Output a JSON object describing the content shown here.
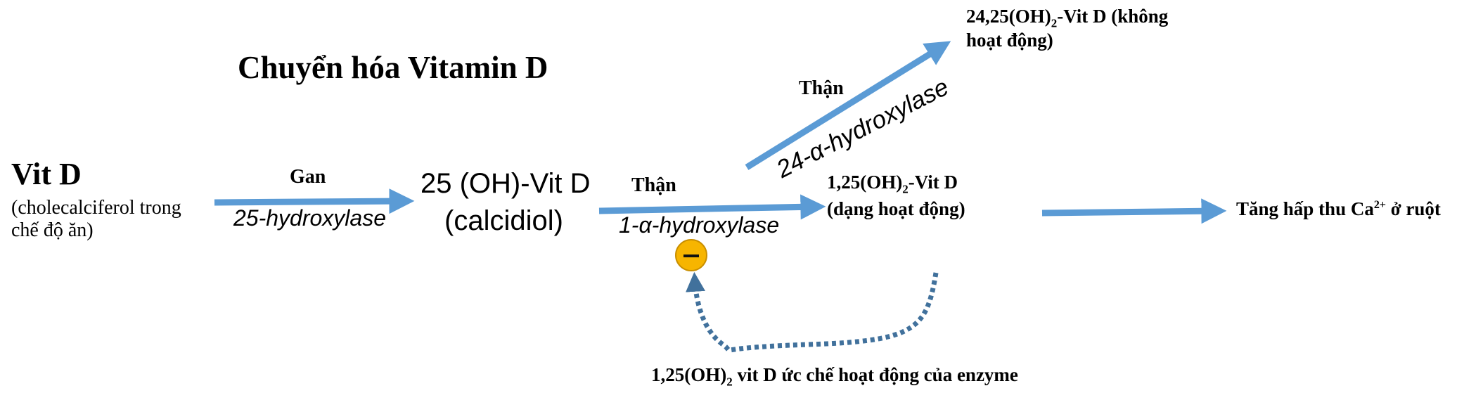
{
  "title": "Chuyển hóa Vitamin D",
  "vitd": {
    "name": "Vit D",
    "desc_line1": "(cholecalciferol trong",
    "desc_line2": "chế độ ăn)"
  },
  "step1": {
    "organ": "Gan",
    "enzyme": "25-hydroxylase"
  },
  "calcidiol": {
    "line1": "25 (OH)-Vit D",
    "line2": "(calcidiol)"
  },
  "step2": {
    "organ": "Thận",
    "enzyme": "1-α-hydroxylase"
  },
  "active": {
    "line1_pre": "1,25(OH)",
    "line1_sub": "2",
    "line1_post": "-Vit D",
    "line2": "(dạng hoạt động)"
  },
  "step3": {
    "organ": "Thận",
    "enzyme": "24-α-hydroxylase"
  },
  "inactive": {
    "line1_pre": "24,25(OH)",
    "line1_sub": "2",
    "line1_post": "-Vit D (không",
    "line2": "hoạt động)"
  },
  "effect": {
    "pre": "Tăng hấp thu Ca",
    "sup": "2+",
    "post": " ở ruột"
  },
  "feedback": {
    "pre": "1,25(OH)",
    "sub": "2",
    "post": " vit D ức chế hoạt động của enzyme"
  },
  "colors": {
    "arrow": "#5b9bd5",
    "feedback": "#41719c",
    "inhibitor": "#f7b500"
  },
  "icons": {
    "inhibitor": "minus-circle-icon"
  }
}
